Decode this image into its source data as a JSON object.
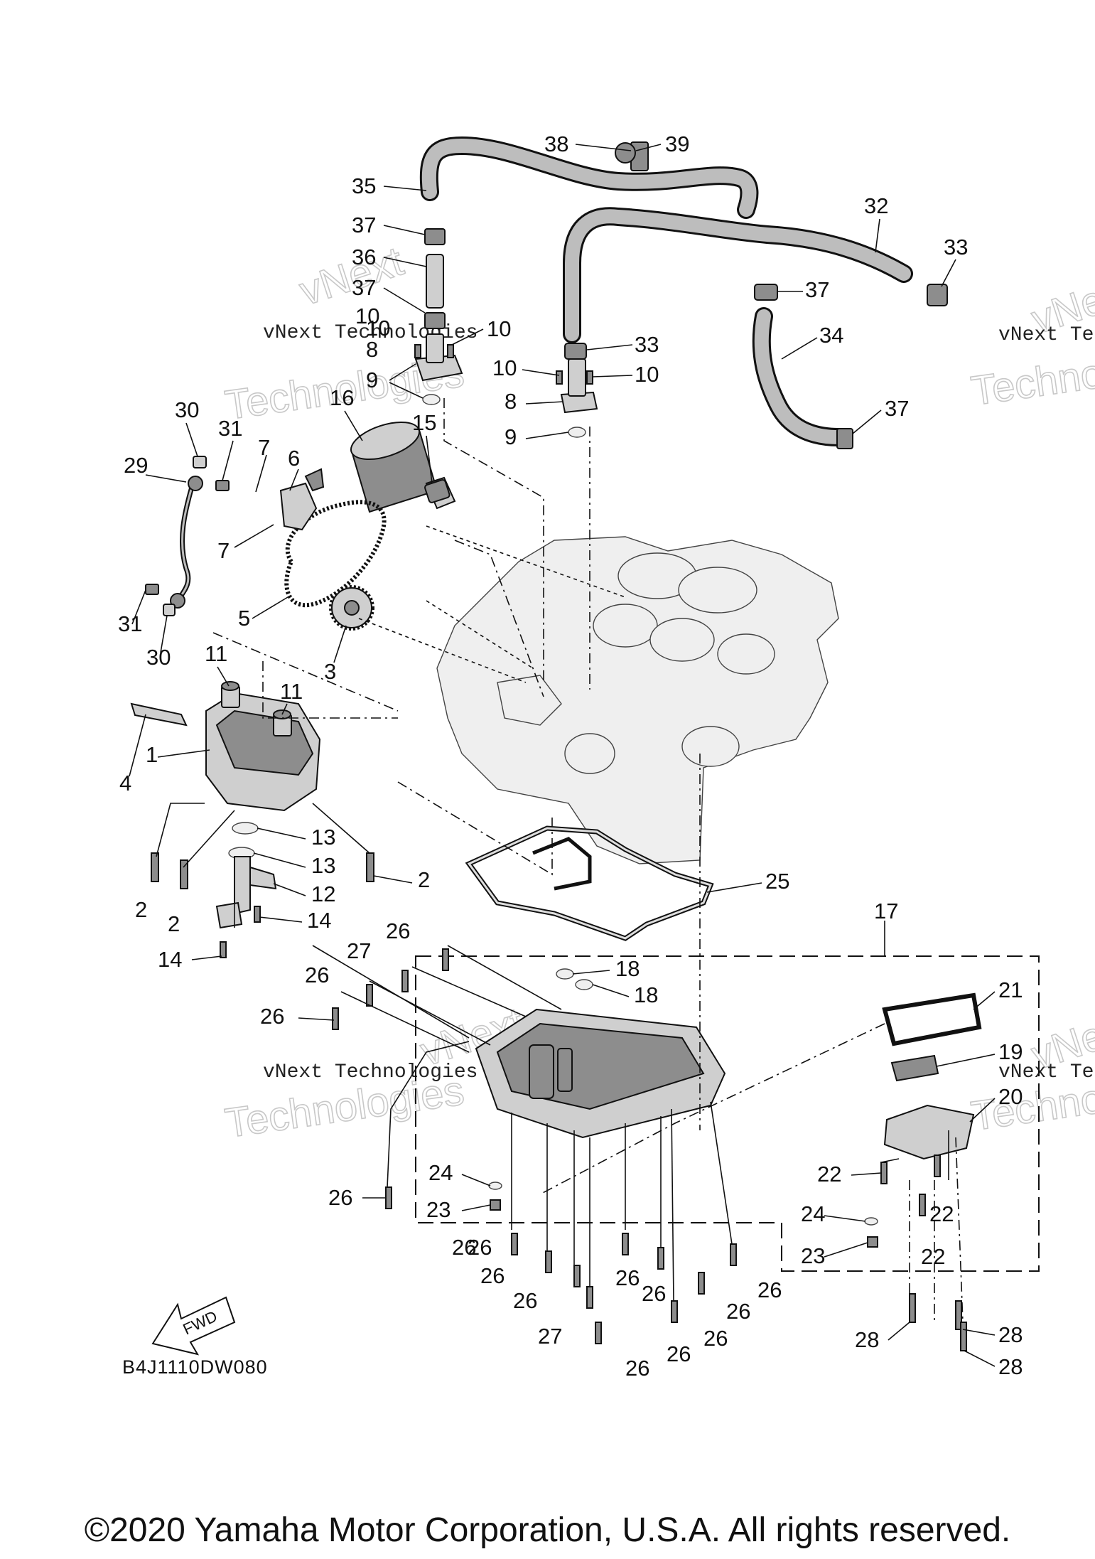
{
  "diagram": {
    "drawing_code": "B4J1110DW080",
    "fwd_arrow_label": "FWD",
    "watermark": {
      "line1": "vNext Technologies",
      "line2": "vNext",
      "line3": "Technologies"
    },
    "part_numbers": [
      "1",
      "2",
      "3",
      "4",
      "5",
      "6",
      "7",
      "8",
      "9",
      "10",
      "11",
      "12",
      "13",
      "14",
      "15",
      "16",
      "17",
      "18",
      "19",
      "20",
      "21",
      "22",
      "23",
      "24",
      "25",
      "26",
      "27",
      "28",
      "29",
      "30",
      "31",
      "32",
      "33",
      "34",
      "35",
      "36",
      "37",
      "38",
      "39"
    ],
    "callouts": {
      "c1": "1",
      "c2a": "2",
      "c2b": "2",
      "c2c": "2",
      "c3": "3",
      "c4": "4",
      "c5": "5",
      "c6": "6",
      "c7a": "7",
      "c7b": "7",
      "c8a": "8",
      "c8b": "8",
      "c9a": "9",
      "c9b": "9",
      "c10a": "10",
      "c10b": "10",
      "c10c": "10",
      "c10d": "10",
      "c10e": "10",
      "c11a": "11",
      "c11b": "11",
      "c12": "12",
      "c13a": "13",
      "c13b": "13",
      "c14a": "14",
      "c14b": "14",
      "c15": "15",
      "c16": "16",
      "c17": "17",
      "c18a": "18",
      "c18b": "18",
      "c19": "19",
      "c20": "20",
      "c21": "21",
      "c22a": "22",
      "c22b": "22",
      "c22c": "22",
      "c23a": "23",
      "c23b": "23",
      "c24a": "24",
      "c24b": "24",
      "c25": "25",
      "c26a": "26",
      "c26b": "26",
      "c26c": "26",
      "c26d": "26",
      "c26e": "26",
      "c26f": "26",
      "c26g": "26",
      "c26h": "26",
      "c26i": "26",
      "c26j": "26",
      "c26k": "26",
      "c26l": "26",
      "c26m": "26",
      "c26n": "26",
      "c26o": "26",
      "c27a": "27",
      "c27b": "27",
      "c28a": "28",
      "c28b": "28",
      "c28c": "28",
      "c29": "29",
      "c30a": "30",
      "c30b": "30",
      "c31a": "31",
      "c31b": "31",
      "c32": "32",
      "c33a": "33",
      "c33b": "33",
      "c34": "34",
      "c35": "35",
      "c36": "36",
      "c37a": "37",
      "c37b": "37",
      "c37c": "37",
      "c37d": "37",
      "c38": "38",
      "c39": "39"
    }
  },
  "footer": {
    "copyright": "©2020 Yamaha Motor Corporation, U.S.A. All rights reserved."
  }
}
